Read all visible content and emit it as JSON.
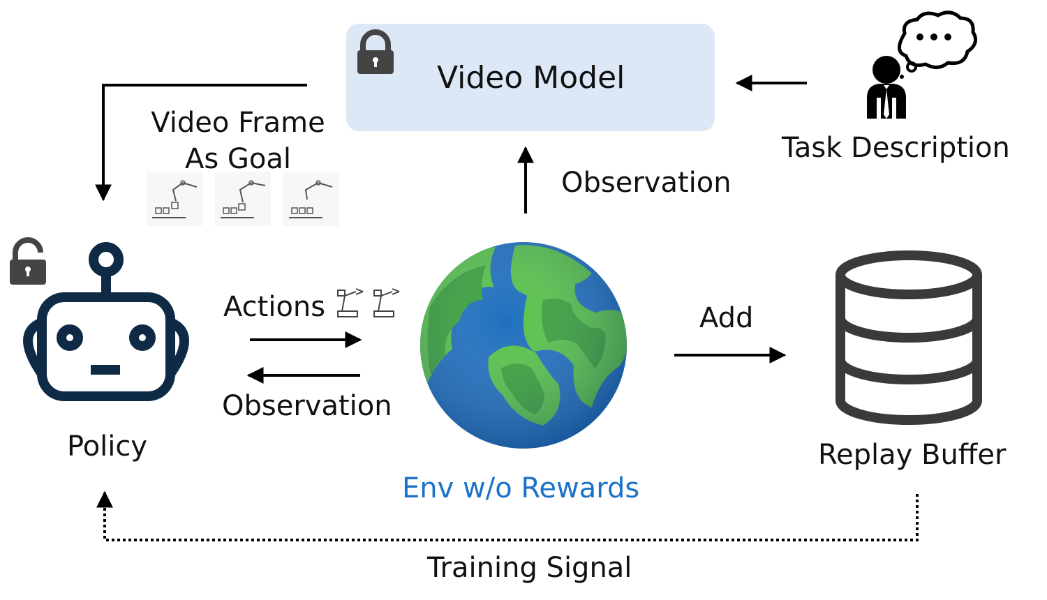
{
  "video_model": {
    "label": "Video Model"
  },
  "goal": {
    "line1": "Video Frame",
    "line2": "As Goal"
  },
  "observation_up": "Observation",
  "task_description": "Task Description",
  "actions": "Actions",
  "observation_back": "Observation",
  "add": "Add",
  "policy": "Policy",
  "env": {
    "label": "Env w/o Rewards"
  },
  "replay_buffer": "Replay Buffer",
  "training_signal": "Training Signal",
  "colors": {
    "video_box": "#dce8f5",
    "env_label": "#1a73c8",
    "robot": "#0f2a44",
    "lock": "#444444",
    "ocean": "#1f6fbf",
    "land": "#58c24a"
  }
}
